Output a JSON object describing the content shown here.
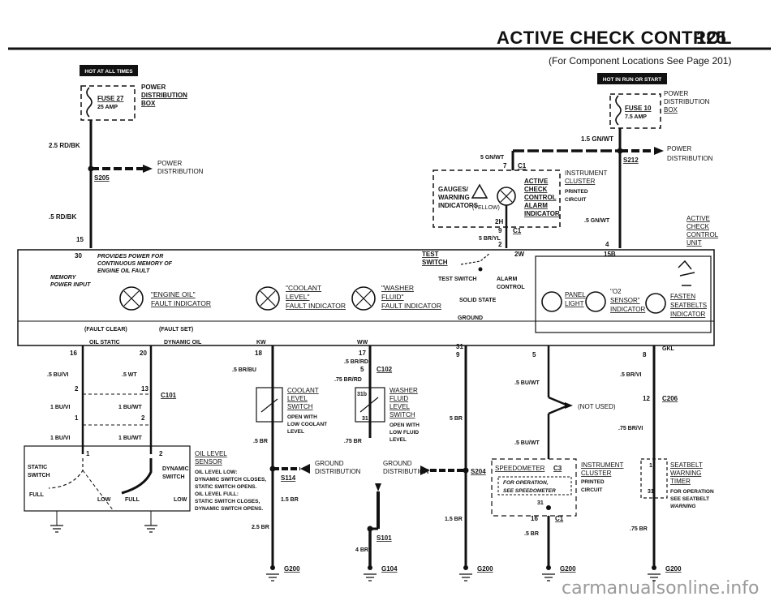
{
  "header": {
    "title": "ACTIVE CHECK CONTROL",
    "page_number": "125",
    "subtitle": "(For Component Locations See Page 201)"
  },
  "left": {
    "hot_label": "HOT AT ALL TIMES",
    "fuse_name": "FUSE 27",
    "fuse_amp": "25 AMP",
    "pdb_lines": [
      "POWER",
      "DISTRIBUTION",
      "BOX"
    ],
    "wire_top": "2.5 RD/BK",
    "splice": "S205",
    "power_dist": [
      "POWER",
      "DISTRIBUTION"
    ],
    "wire_mid": ".5 RD/BK",
    "pin15": "15"
  },
  "right": {
    "hot_label": "HOT IN RUN OR START",
    "fuse_name": "FUSE 10",
    "fuse_amp": "7.5 AMP",
    "pdb_lines": [
      "POWER",
      "DISTRIBUTION",
      "BOX"
    ],
    "wire_top": "1.5 GN/WT",
    "splice": "S212",
    "power_dist": [
      "POWER",
      "DISTRIBUTION"
    ],
    "wire_5gnwt": "5 GN/WT",
    "pin7": "7",
    "c1": "C1",
    "cluster_lines": [
      "INSTRUMENT",
      "CLUSTER",
      "PRINTED",
      "CIRCUIT"
    ],
    "gauges": [
      "GAUGES/",
      "WARNING",
      "INDICATORS"
    ],
    "yellow": "(YELLOW)",
    "acc_lines": [
      "ACTIVE",
      "CHECK",
      "CONTROL",
      "ALARM",
      "INDICATOR"
    ],
    "pin2h": "2H",
    "pin9": "9",
    "c1b": "C1",
    "wire_5bryl": "5 BR/YL",
    "pin2": "2",
    "wire_5gnwt_b": ".5 GN/WT",
    "acu_lines": [
      "ACTIVE",
      "CHECK",
      "CONTROL",
      "UNIT"
    ],
    "pin4": "4"
  },
  "unit": {
    "pin30": "30",
    "memory_note": [
      "PROVIDES POWER FOR",
      "CONTINUOUS MEMORY OF",
      "ENGINE OIL FAULT"
    ],
    "memory_input": [
      "MEMORY",
      "POWER INPUT"
    ],
    "test_switch": [
      "TEST",
      "SWITCH"
    ],
    "pin2w": "2W",
    "test_switch_label": "TEST SWITCH",
    "alarm_control": [
      "ALARM",
      "CONTROL"
    ],
    "solid_state": "SOLID STATE",
    "ground": "GROUND",
    "pin15b": "15B",
    "eo_label": [
      "\"ENGINE OIL\"",
      "FAULT INDICATOR"
    ],
    "coolant_label": [
      "\"COOLANT",
      "LEVEL\"",
      "FAULT INDICATOR"
    ],
    "washer_label": [
      "\"WASHER",
      "FLUID\"",
      "FAULT INDICATOR"
    ],
    "panel_light": [
      "PANEL",
      "LIGHT"
    ],
    "o2_label": [
      "\"O2",
      "SENSOR\"",
      "INDICATOR"
    ],
    "fasten_label": [
      "FASTEN",
      "SEATBELTS",
      "INDICATOR"
    ],
    "fault_clear": "(FAULT CLEAR)",
    "fault_set": "(FAULT SET)",
    "oil_static": "OIL STATIC",
    "dynamic_oil": "DYNAMIC OIL",
    "kw": "KW",
    "ww": "WW",
    "gkl": "GKL",
    "pin16": "16",
    "pin20": "20",
    "pin18": "18",
    "pin17": "17",
    "pin31": "31",
    "pin9": "9",
    "pin5": "5",
    "pin8": "8"
  },
  "oil": {
    "w1": ".5 BU/VI",
    "w2": ".5 WT",
    "p2": "2",
    "p13": "13",
    "c101": "C101",
    "w3": "1 BU/VI",
    "w4": "1 BU/WT",
    "p1": "1",
    "p2b": "2",
    "w5": "1 BU/VI",
    "w6": "1 BU/WT",
    "p1b": "1",
    "p2c": "2",
    "static_switch": [
      "STATIC",
      "SWITCH"
    ],
    "dynamic_switch": [
      "DYNAMIC",
      "SWITCH"
    ],
    "full": "FULL",
    "low": "LOW",
    "full2": "FULL",
    "low2": "LOW",
    "sensor_title": [
      "OIL LEVEL",
      "SENSOR"
    ],
    "sensor_desc": [
      "OIL LEVEL LOW:",
      "DYNAMIC SWITCH CLOSES,",
      "STATIC SWITCH OPENS.",
      "OIL LEVEL FULL:",
      "STATIC SWITCH CLOSES,",
      "DYNAMIC SWITCH OPENS."
    ]
  },
  "coolant": {
    "w1": ".5 BR/BU",
    "title": [
      "COOLANT",
      "LEVEL",
      "SWITCH"
    ],
    "desc": [
      "OPEN WITH",
      "LOW COOLANT",
      "LEVEL"
    ],
    "w2": ".5 BR",
    "ground": [
      "GROUND",
      "DISTRIBUTION"
    ],
    "s114": "S114",
    "w3": "1.5 BR",
    "w4": "2.5 BR",
    "g200": "G200"
  },
  "washer": {
    "w1": ".5 BR/RD",
    "p5": "5",
    "c102": "C102",
    "w2": ".75 BR/RD",
    "p31b": "31b",
    "p31": "31",
    "title": [
      "WASHER",
      "FLUID",
      "LEVEL",
      "SWITCH"
    ],
    "desc": [
      "OPEN WITH",
      "LOW FLUID",
      "LEVEL"
    ],
    "w3": ".75 BR",
    "ground": [
      "GROUND",
      "DISTRIBUTION"
    ],
    "s204": "S204",
    "w4": "4 BR",
    "s101": "S101",
    "g104": "G104"
  },
  "mid": {
    "w1": "5 BR",
    "w2": "1.5 BR",
    "g200": "G200"
  },
  "speedo": {
    "w1": ".5 BU/WT",
    "not_used": "(NOT USED)",
    "w2": ".5 BU/WT",
    "speedometer": "SPEEDOMETER",
    "c3": "C3",
    "for_op": [
      "FOR OPERATION,",
      "SEE SPEEDOMETER"
    ],
    "p31": "31",
    "cluster": [
      "INSTRUMENT",
      "CLUSTER",
      "PRINTED",
      "CIRCUIT"
    ],
    "p16": "16",
    "c1": "C1",
    "w3": ".5 BR",
    "g200": "G200"
  },
  "seatbelt": {
    "w1": ".5 BR/VI",
    "p12": "12",
    "c206": "C206",
    "w2": ".75 BR/VI",
    "p1": "1",
    "p31": "31",
    "title": [
      "SEATBELT",
      "WARNING",
      "TIMER"
    ],
    "desc": [
      "FOR OPERATION",
      "SEE SEATBELT",
      "WARNING"
    ],
    "w3": ".75 BR",
    "g200": "G200"
  },
  "watermark": "carmanualsonline.info"
}
